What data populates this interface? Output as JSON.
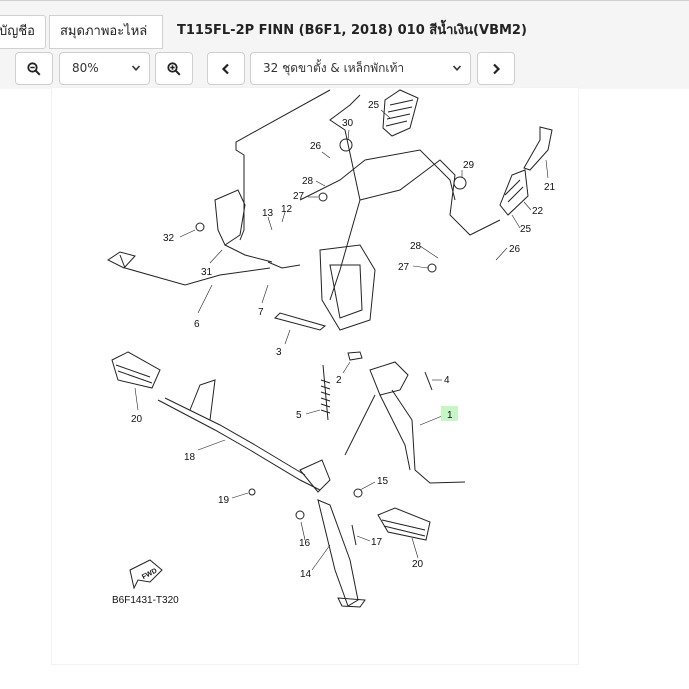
{
  "tabs": [
    {
      "label": "บัญชีอ"
    },
    {
      "label": "สมุดภาพอะไหล่"
    }
  ],
  "page_title": "T115FL-2P FINN (B6F1, 2018) 010 สีน้ำเงิน(VBM2)",
  "toolbar": {
    "zoom_out_icon": "zoom-out-icon",
    "zoom_value": "80%",
    "zoom_in_icon": "zoom-in-icon",
    "prev_icon": "chevron-left-icon",
    "section_value": "32 ชุดขาตั้ง & เหล็กพักเท้า",
    "next_icon": "chevron-right-icon"
  },
  "diagram": {
    "code": "B6F1431-T320",
    "fwd_label": "FWD",
    "highlight_color": "#c8f5c8",
    "callouts": [
      "1",
      "2",
      "3",
      "4",
      "5",
      "6",
      "7",
      "12",
      "13",
      "14",
      "15",
      "16",
      "17",
      "18",
      "19",
      "20",
      "20",
      "21",
      "22",
      "25",
      "25",
      "26",
      "26",
      "27",
      "27",
      "28",
      "28",
      "29",
      "30",
      "31",
      "32"
    ]
  }
}
